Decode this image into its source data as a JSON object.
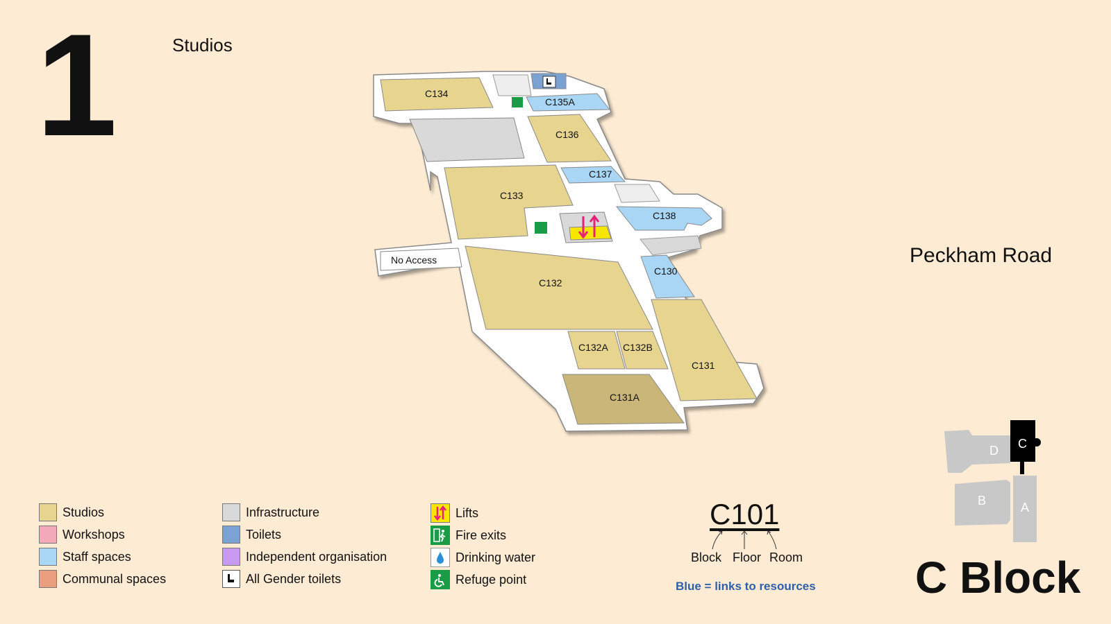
{
  "floor": {
    "number": "1",
    "title": "Studios"
  },
  "road_label": "Peckham Road",
  "block_title": "C Block",
  "rooms": {
    "c134": "C134",
    "c135a": "C135A",
    "c136": "C136",
    "c137": "C137",
    "c133": "C133",
    "c138": "C138",
    "no_access": "No Access",
    "c130": "C130",
    "c132": "C132",
    "c132a": "C132A",
    "c132b": "C132B",
    "c131": "C131",
    "c131a": "C131A"
  },
  "legend": {
    "col1": [
      {
        "label": "Studios",
        "color": "#e7d48f"
      },
      {
        "label": "Workshops",
        "color": "#f2a9b8"
      },
      {
        "label": "Staff spaces",
        "color": "#a9d6f5"
      },
      {
        "label": "Communal spaces",
        "color": "#e99e7d"
      }
    ],
    "col2": [
      {
        "label": "Infrastructure",
        "color": "#d9d9d9"
      },
      {
        "label": "Toilets",
        "color": "#7aa3d4"
      },
      {
        "label": "Independent organisation",
        "color": "#c89af0"
      },
      {
        "label": "All Gender toilets",
        "icon": "toilet-icon"
      }
    ],
    "col3": [
      {
        "label": "Lifts",
        "icon": "lift-icon"
      },
      {
        "label": "Fire exits",
        "icon": "fire-exit-icon"
      },
      {
        "label": "Drinking water",
        "icon": "drinking-water-icon"
      },
      {
        "label": "Refuge point",
        "icon": "refuge-point-icon"
      }
    ]
  },
  "room_code_key": {
    "code": "C101",
    "parts": [
      "Block",
      "Floor",
      "Room"
    ],
    "note": "Blue = links to resources"
  },
  "keymap": {
    "blocks": [
      "D",
      "C",
      "B",
      "A"
    ],
    "current": "C"
  },
  "colors": {
    "background": "#fdebd3",
    "studio": "#e7d48f",
    "staff": "#a9d6f5",
    "infrastructure": "#d9d9d9",
    "toilets": "#7aa3d4",
    "lift": "#f7e600",
    "lift_arrow": "#e8207a",
    "fire_exit": "#1a9c46",
    "link_blue": "#2f5fa8"
  }
}
